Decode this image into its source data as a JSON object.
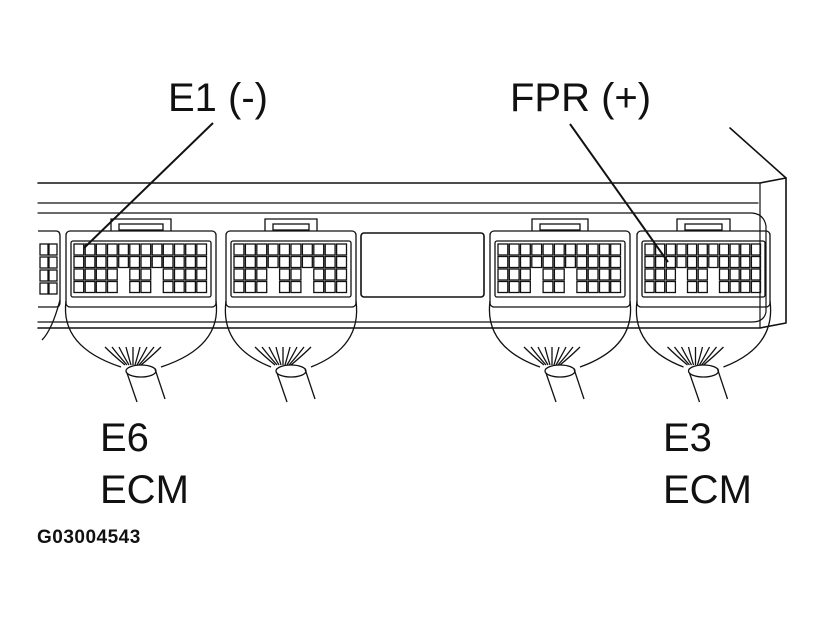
{
  "callouts": {
    "e1_label": "E1  (-)",
    "fpr_label": "FPR (+)"
  },
  "connectors": {
    "e6_code": "E6",
    "e6_unit": "ECM",
    "e3_code": "E3",
    "e3_unit": "ECM"
  },
  "figure_id": "G03004543",
  "colors": {
    "line": "#111111",
    "background": "#ffffff"
  }
}
